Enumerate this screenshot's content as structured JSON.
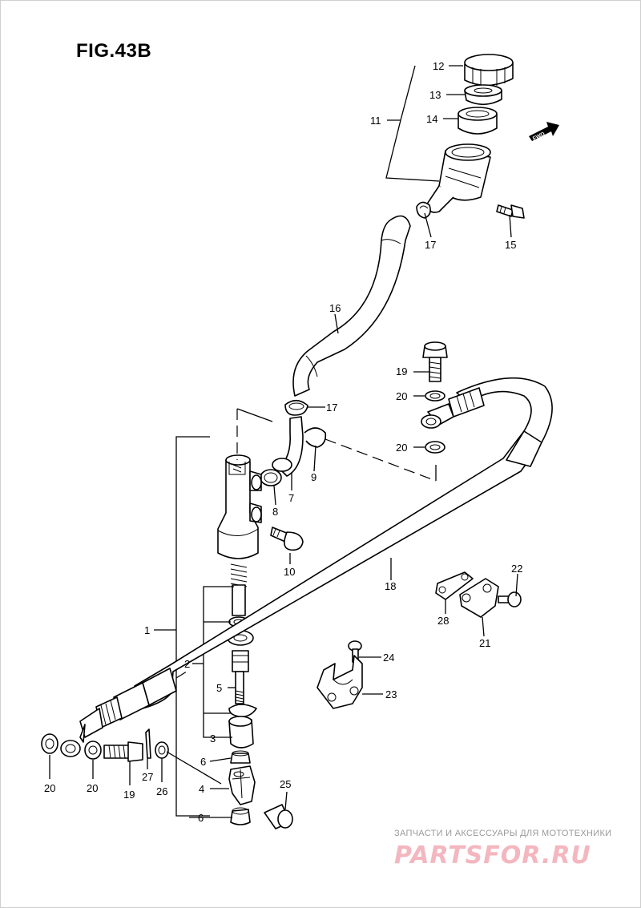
{
  "figure": {
    "title": "FIG.43B",
    "fwd_label": "FWD"
  },
  "callouts": [
    {
      "id": "c12",
      "text": "12"
    },
    {
      "id": "c13",
      "text": "13"
    },
    {
      "id": "c14",
      "text": "14"
    },
    {
      "id": "c11",
      "text": "11"
    },
    {
      "id": "c17a",
      "text": "17"
    },
    {
      "id": "c15",
      "text": "15"
    },
    {
      "id": "c16",
      "text": "16"
    },
    {
      "id": "c19a",
      "text": "19"
    },
    {
      "id": "c20a",
      "text": "20"
    },
    {
      "id": "c17b",
      "text": "17"
    },
    {
      "id": "c20b",
      "text": "20"
    },
    {
      "id": "c9",
      "text": "9"
    },
    {
      "id": "c7",
      "text": "7"
    },
    {
      "id": "c8",
      "text": "8"
    },
    {
      "id": "c10",
      "text": "10"
    },
    {
      "id": "c18",
      "text": "18"
    },
    {
      "id": "c22",
      "text": "22"
    },
    {
      "id": "c28",
      "text": "28"
    },
    {
      "id": "c21",
      "text": "21"
    },
    {
      "id": "c1",
      "text": "1"
    },
    {
      "id": "c24",
      "text": "24"
    },
    {
      "id": "c2",
      "text": "2"
    },
    {
      "id": "c23",
      "text": "23"
    },
    {
      "id": "c5",
      "text": "5"
    },
    {
      "id": "c3",
      "text": "3"
    },
    {
      "id": "c6a",
      "text": "6"
    },
    {
      "id": "c4",
      "text": "4"
    },
    {
      "id": "c25",
      "text": "25"
    },
    {
      "id": "c6b",
      "text": "6"
    },
    {
      "id": "c20c",
      "text": "20"
    },
    {
      "id": "c20d",
      "text": "20"
    },
    {
      "id": "c19b",
      "text": "19"
    },
    {
      "id": "c27",
      "text": "27"
    },
    {
      "id": "c26",
      "text": "26"
    }
  ],
  "watermark": {
    "caption": "ЗАПЧАСТИ И АКСЕССУАРЫ ДЛЯ МОТОТЕХНИКИ",
    "logo": "PARTSFOR.RU"
  }
}
